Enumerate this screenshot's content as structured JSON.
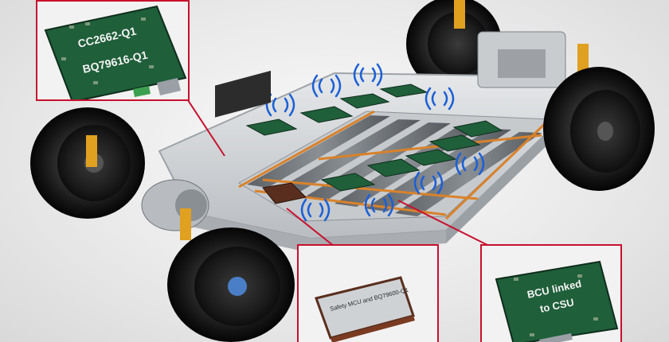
{
  "callouts": {
    "top_left": {
      "line1": "CC2662-Q1",
      "line2": "BQ79616-Q1"
    },
    "bottom_middle": {
      "label": "Safety MCU and BQ79600-Q1"
    },
    "bottom_right": {
      "line1": "BCU linked",
      "line2": "to CSU"
    }
  },
  "colors": {
    "callout_border": "#c8102e",
    "board_green": "#1f5f3a",
    "wireless_wave": "#1b5fd6",
    "bus_orange": "#d9822b",
    "cell_grey": "#6f7479"
  },
  "icons": [
    "wireless-signal-icon"
  ]
}
